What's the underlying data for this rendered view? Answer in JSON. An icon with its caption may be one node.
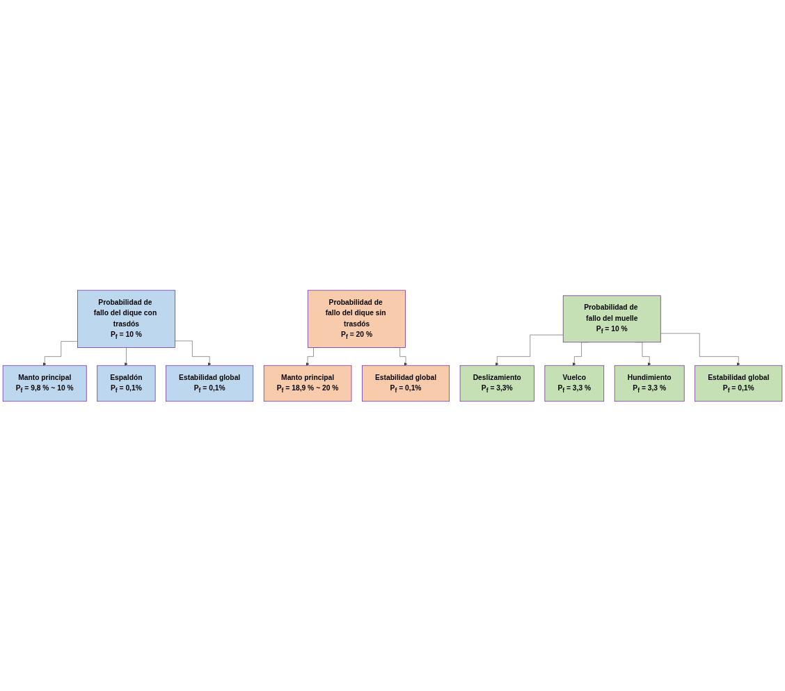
{
  "diagram": {
    "nodes": [
      {
        "text": [
          "Probabilidad de fallo del dique con trasdós",
          "P$_{f}$ = 10 %"
        ]
      },
      {
        "text": [
          "Manto principal",
          "P$_{f}$ = 9,8 % ~ 10 %"
        ]
      },
      {
        "text": [
          "Espaldón",
          "P$_{f}$ = 0,1%"
        ]
      },
      {
        "text": [
          "Estabilidad global",
          "P$_{f}$ = 0,1%"
        ]
      },
      {
        "text": [
          "Probabilidad de fallo del dique sin trasdós",
          "P$_{f}$ = 20 %"
        ]
      },
      {
        "text": [
          "Manto principal",
          "P$_{f}$ = 18,9 % ~ 20 %"
        ]
      },
      {
        "text": [
          "Estabilidad global",
          "P$_{f}$ = 0,1%"
        ]
      },
      {
        "text": [
          "Probabilidad de fallo del muelle",
          "P$_{f}$ = 10 %"
        ]
      },
      {
        "text": [
          "Deslizamiento",
          "P$_{f}$ = 3,3%"
        ]
      },
      {
        "text": [
          "Vuelco",
          "P$_{f}$ = 3,3 %"
        ]
      },
      {
        "text": [
          "Hundimiento",
          "P$_{f}$ = 3,3 %"
        ]
      },
      {
        "text": [
          "Estabilidad global",
          "P$_{f}$ = 0,1%"
        ]
      }
    ],
    "edges": [
      {
        "from": 0,
        "to": 1,
        "arrow": "to"
      },
      {
        "from": 0,
        "to": 2,
        "arrow": "to"
      },
      {
        "from": 0,
        "to": 3,
        "arrow": "to"
      },
      {
        "from": 4,
        "to": 5,
        "arrow": "to"
      },
      {
        "from": 4,
        "to": 6,
        "arrow": "to"
      },
      {
        "from": 7,
        "to": 8,
        "arrow": "to"
      },
      {
        "from": 7,
        "to": 9,
        "arrow": "to"
      },
      {
        "from": 7,
        "to": 10,
        "arrow": "to"
      },
      {
        "from": 7,
        "to": 11,
        "arrow": "to"
      }
    ]
  }
}
